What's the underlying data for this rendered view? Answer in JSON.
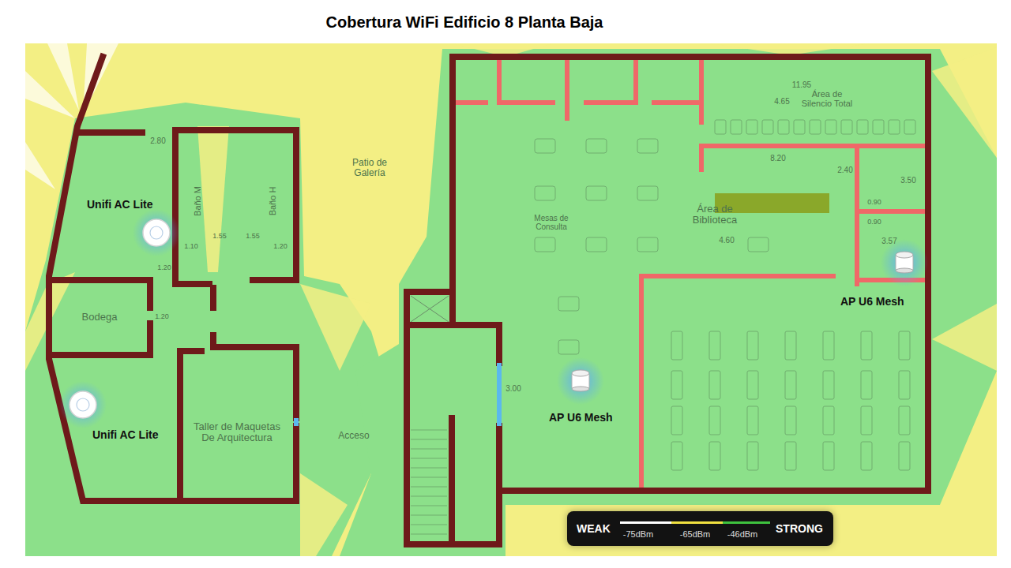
{
  "diagram": {
    "title": "Cobertura WiFi Edificio 8 Planta Baja",
    "nodes": [
      {
        "text": [
          "Unifi AC Lite"
        ]
      },
      {
        "text": [
          "Unifi AC Lite"
        ]
      },
      {
        "text": [
          "AP U6 Mesh"
        ]
      },
      {
        "text": [
          "AP U6 Mesh"
        ]
      }
    ],
    "labels": [
      "2.80",
      "Baño M",
      "Baño H",
      "1.10",
      "1.55",
      "1.55",
      "1.20",
      "1.20",
      "Bodega",
      "1.20",
      "Taller de Maquetas De Arquitectura",
      "Patio de Galería",
      "Acceso",
      "11.95",
      "4.65",
      "Área de Silencio Total",
      "8.20",
      "2.40",
      "3.50",
      "0.90",
      "0.90",
      "Mesas de Consulta",
      "Área de Biblioteca",
      "4.60",
      "3.57",
      "3.00"
    ],
    "legend": [
      {
        "text": "WEAK"
      },
      {
        "text": "-75dBm",
        "color": "#ffffff"
      },
      {
        "text": "-65dBm",
        "color": "#f0e040"
      },
      {
        "text": "-46dBm",
        "color": "#3ec23e"
      },
      {
        "text": "STRONG"
      }
    ]
  }
}
